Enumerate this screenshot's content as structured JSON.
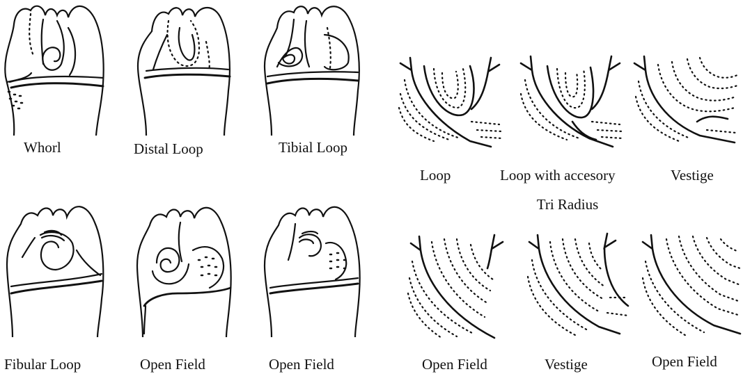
{
  "foot_patterns": {
    "labels": [
      "Whorl",
      "Distal Loop",
      "Tibial Loop",
      "Fibular Loop",
      "Open Field",
      "Open Field"
    ]
  },
  "hallucal_patterns": {
    "row1_labels": [
      "Loop",
      "Loop with accesory",
      "Vestige"
    ],
    "row1_caption": "Tri Radius",
    "row2_labels": [
      "Open Field",
      "Vestige",
      "Open Field"
    ]
  }
}
